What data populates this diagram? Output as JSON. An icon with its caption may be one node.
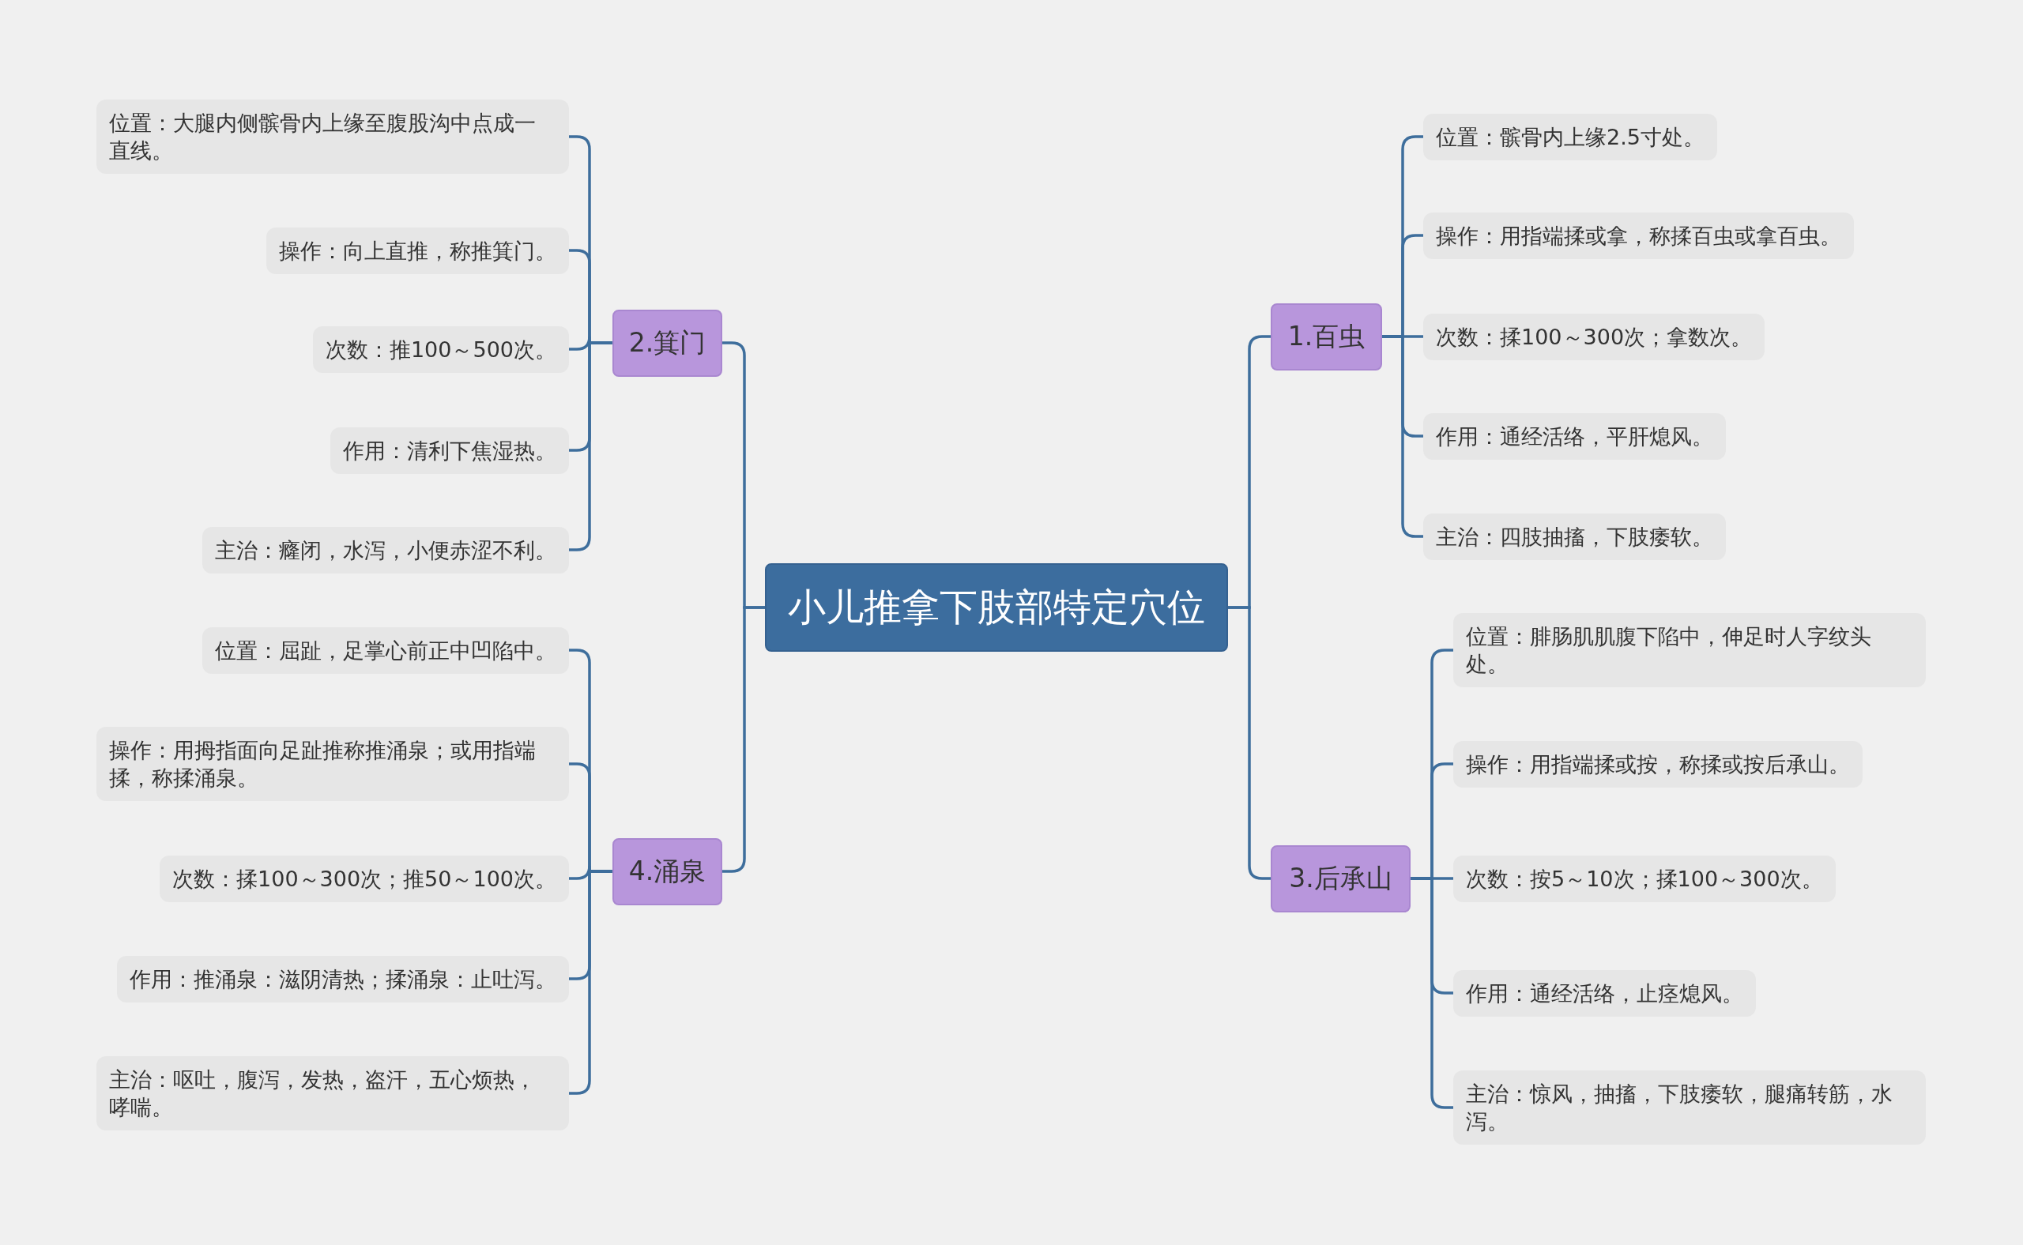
{
  "diagram": {
    "nodes": [
      {
        "text": [
          "小儿推拿下肢部特定穴位"
        ]
      },
      {
        "text": [
          "1.百虫"
        ]
      },
      {
        "text": [
          "位置：髌骨内上缘2.5寸处。"
        ]
      },
      {
        "text": [
          "操作：用指端揉或拿，称揉百虫或拿百虫。"
        ]
      },
      {
        "text": [
          "次数：揉100～300次；拿数次。"
        ]
      },
      {
        "text": [
          "作用：通经活络，平肝熄风。"
        ]
      },
      {
        "text": [
          "主治：四肢抽搐，下肢痿软。"
        ]
      },
      {
        "text": [
          "2.箕门"
        ]
      },
      {
        "text": [
          "位置：大腿内侧髌骨内上缘至腹股沟中点成一直线。"
        ]
      },
      {
        "text": [
          "操作：向上直推，称推箕门。"
        ]
      },
      {
        "text": [
          "次数：推100～500次。"
        ]
      },
      {
        "text": [
          "作用：清利下焦湿热。"
        ]
      },
      {
        "text": [
          "主治：癃闭，水泻，小便赤涩不利。"
        ]
      },
      {
        "text": [
          "3.后承山"
        ]
      },
      {
        "text": [
          "位置：腓肠肌肌腹下陷中，伸足时人字纹头处。"
        ]
      },
      {
        "text": [
          "操作：用指端揉或按，称揉或按后承山。"
        ]
      },
      {
        "text": [
          "次数：按5～10次；揉100～300次。"
        ]
      },
      {
        "text": [
          "作用：通经活络，止痉熄风。"
        ]
      },
      {
        "text": [
          "主治：惊风，抽搐，下肢痿软，腿痛转筋，水泻。"
        ]
      },
      {
        "text": [
          "4.涌泉"
        ]
      },
      {
        "text": [
          "位置：屈趾，足掌心前正中凹陷中。"
        ]
      },
      {
        "text": [
          "操作：用拇指面向足趾推称推涌泉；或用指端揉，称揉涌泉。"
        ]
      },
      {
        "text": [
          "次数：揉100～300次；推50～100次。"
        ]
      },
      {
        "text": [
          "作用：推涌泉：滋阴清热；揉涌泉：止吐泻。"
        ]
      },
      {
        "text": [
          "主治：呕吐，腹泻，发热，盗汗，五心烦热，哮喘。"
        ]
      }
    ],
    "edges": [
      {
        "from": 0,
        "to": 1,
        "arrow": "none"
      },
      {
        "from": 1,
        "to": 2,
        "arrow": "none"
      },
      {
        "from": 1,
        "to": 3,
        "arrow": "none"
      },
      {
        "from": 1,
        "to": 4,
        "arrow": "none"
      },
      {
        "from": 1,
        "to": 5,
        "arrow": "none"
      },
      {
        "from": 1,
        "to": 6,
        "arrow": "none"
      },
      {
        "from": 0,
        "to": 7,
        "arrow": "none"
      },
      {
        "from": 7,
        "to": 8,
        "arrow": "none"
      },
      {
        "from": 7,
        "to": 9,
        "arrow": "none"
      },
      {
        "from": 7,
        "to": 10,
        "arrow": "none"
      },
      {
        "from": 7,
        "to": 11,
        "arrow": "none"
      },
      {
        "from": 7,
        "to": 12,
        "arrow": "none"
      },
      {
        "from": 0,
        "to": 13,
        "arrow": "none"
      },
      {
        "from": 13,
        "to": 14,
        "arrow": "none"
      },
      {
        "from": 13,
        "to": 15,
        "arrow": "none"
      },
      {
        "from": 13,
        "to": 16,
        "arrow": "none"
      },
      {
        "from": 13,
        "to": 17,
        "arrow": "none"
      },
      {
        "from": 13,
        "to": 18,
        "arrow": "none"
      },
      {
        "from": 0,
        "to": 19,
        "arrow": "none"
      },
      {
        "from": 19,
        "to": 20,
        "arrow": "none"
      },
      {
        "from": 19,
        "to": 21,
        "arrow": "none"
      },
      {
        "from": 19,
        "to": 22,
        "arrow": "none"
      },
      {
        "from": 19,
        "to": 23,
        "arrow": "none"
      },
      {
        "from": 19,
        "to": 24,
        "arrow": "none"
      }
    ]
  }
}
